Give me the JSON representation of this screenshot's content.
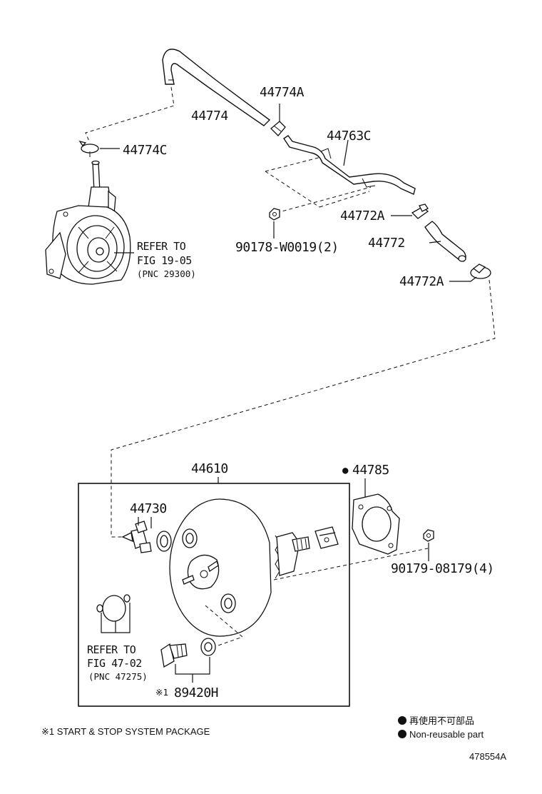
{
  "parts": {
    "p44774": "44774",
    "p44774A": "44774A",
    "p44774C": "44774C",
    "p44763C": "44763C",
    "p44772A_top": "44772A",
    "p44772": "44772",
    "p44772A_bottom": "44772A",
    "p90178": "90178-W0019(2)",
    "p44610": "44610",
    "p44785": "44785",
    "p44730": "44730",
    "p90179": "90179-08179(4)",
    "p89420H": "89420H"
  },
  "refs": {
    "vacuum_pump": {
      "line1": "REFER TO",
      "line2": "FIG 19-05",
      "pnc": "(PNC 29300)"
    },
    "booster_seals": {
      "line1": "REFER TO",
      "line2": "FIG 47-02",
      "pnc": "(PNC 47275)"
    }
  },
  "marks": {
    "asterisk_1": "※1",
    "non_reusable_dot": "●"
  },
  "legend": {
    "jp": "再使用不可部品",
    "en": "Non-reusable part"
  },
  "footnote": "※1 START & STOP SYSTEM PACKAGE",
  "diagram_id": "478554A"
}
